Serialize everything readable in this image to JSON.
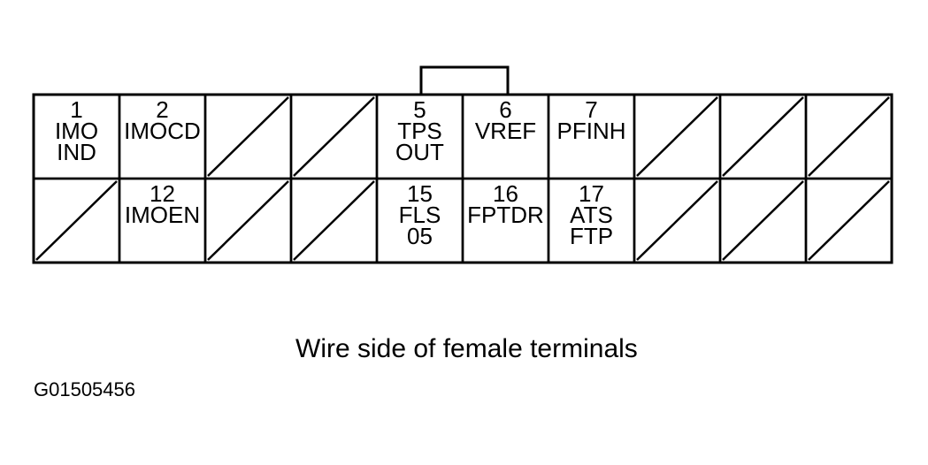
{
  "connector": {
    "rows": [
      [
        {
          "pin": "1",
          "labels": [
            "IMO",
            "IND"
          ]
        },
        {
          "pin": "2",
          "labels": [
            "IMOCD"
          ]
        },
        {
          "empty": true
        },
        {
          "empty": true
        },
        {
          "pin": "5",
          "labels": [
            "TPS",
            "OUT"
          ]
        },
        {
          "pin": "6",
          "labels": [
            "VREF"
          ]
        },
        {
          "pin": "7",
          "labels": [
            "PFINH"
          ]
        },
        {
          "empty": true
        },
        {
          "empty": true
        },
        {
          "empty": true
        }
      ],
      [
        {
          "empty": true
        },
        {
          "pin": "12",
          "labels": [
            "IMOEN"
          ]
        },
        {
          "empty": true
        },
        {
          "empty": true
        },
        {
          "pin": "15",
          "labels": [
            "FLS",
            "05"
          ]
        },
        {
          "pin": "16",
          "labels": [
            "FPTDR"
          ]
        },
        {
          "pin": "17",
          "labels": [
            "ATS",
            "FTP"
          ]
        },
        {
          "empty": true
        },
        {
          "empty": true
        },
        {
          "empty": true
        }
      ]
    ]
  },
  "caption": "Wire side of female terminals",
  "figure_id": "G01505456"
}
